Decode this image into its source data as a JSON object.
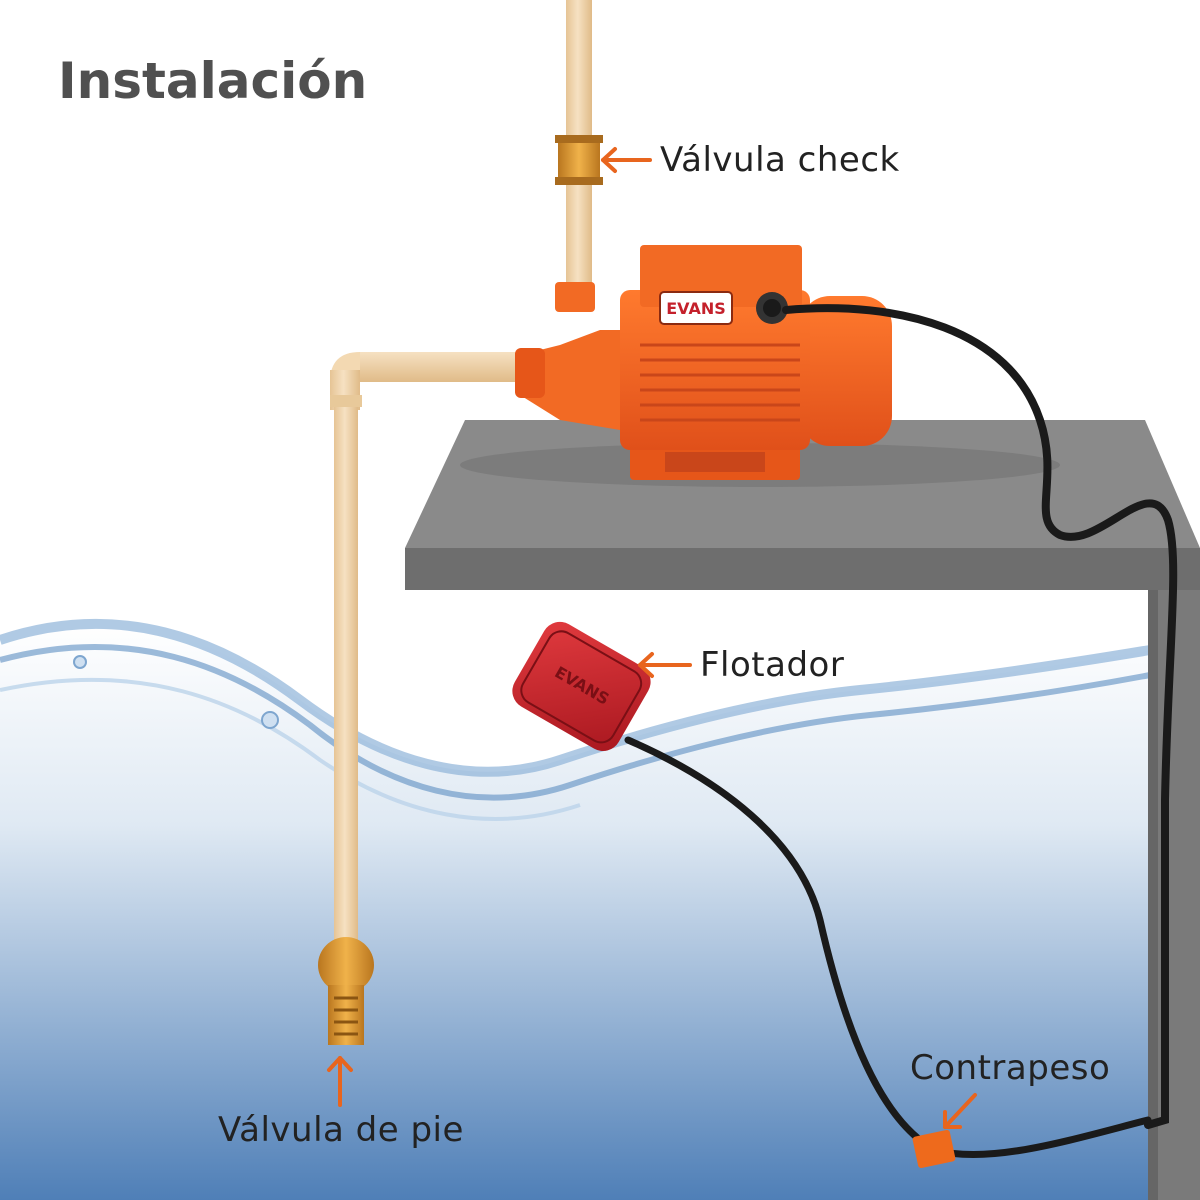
{
  "title": "Instalación",
  "labels": {
    "check_valve": "Válvula check",
    "float_switch": "Flotador",
    "counterweight": "Contrapeso",
    "foot_valve": "Válvula de pie"
  },
  "brand": "EVANS",
  "colors": {
    "title": "#505050",
    "pipe": "#f2d7ad",
    "pump": "#f0601c",
    "float": "#c4202b",
    "arrow": "#e8651e",
    "brass": "#d89434",
    "water_surface": "#6e9ec9",
    "water_deep": "#4f7fb7",
    "shelf": "#7a7a7a",
    "cable": "#1a1a1a"
  }
}
